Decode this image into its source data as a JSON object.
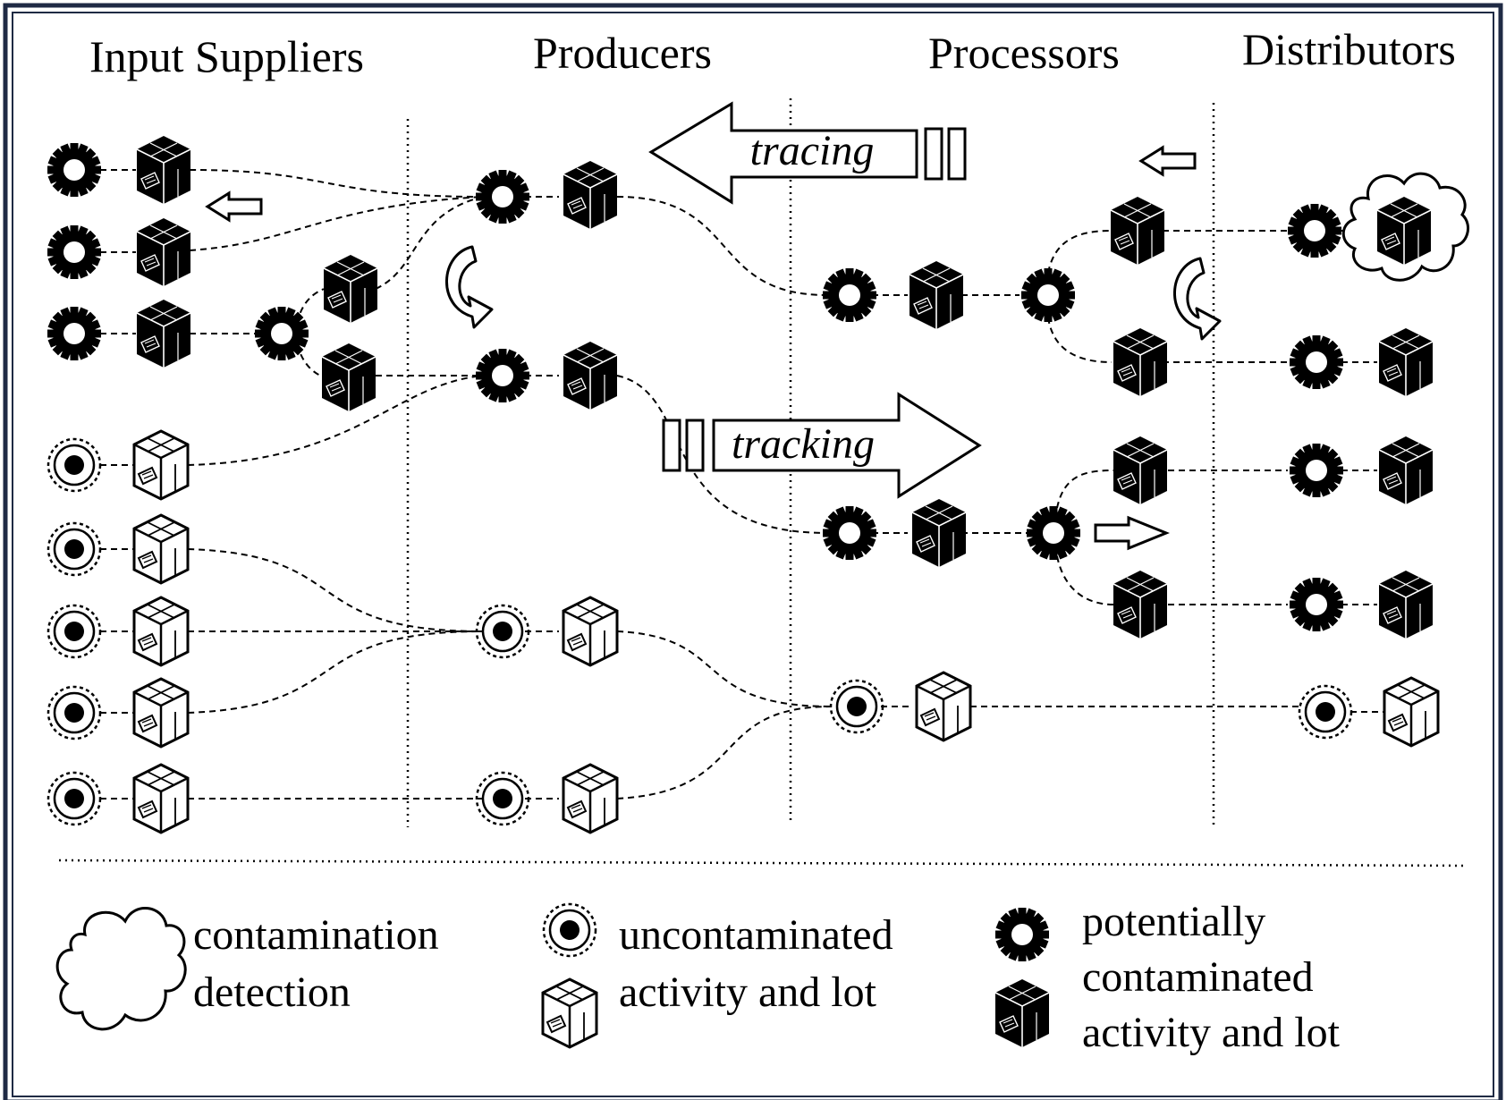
{
  "title": "",
  "columns": [
    "Input Suppliers",
    "Producers",
    "Processors",
    "Distributors"
  ],
  "arrows": {
    "tracing": "tracing",
    "tracking": "tracking"
  },
  "legend": {
    "detection": [
      "contamination",
      "detection"
    ],
    "clean": [
      "uncontaminated",
      "activity and lot"
    ],
    "contaminated": [
      "potentially",
      "contaminated",
      "activity and lot"
    ]
  },
  "colors": {
    "ink": "#000000",
    "paper": "#ffffff",
    "border": "#1f2a44"
  },
  "icons": [
    "gear-icon",
    "lot-box-icon",
    "cloud-icon",
    "arrow-icon",
    "rotate-arrow-icon"
  ]
}
